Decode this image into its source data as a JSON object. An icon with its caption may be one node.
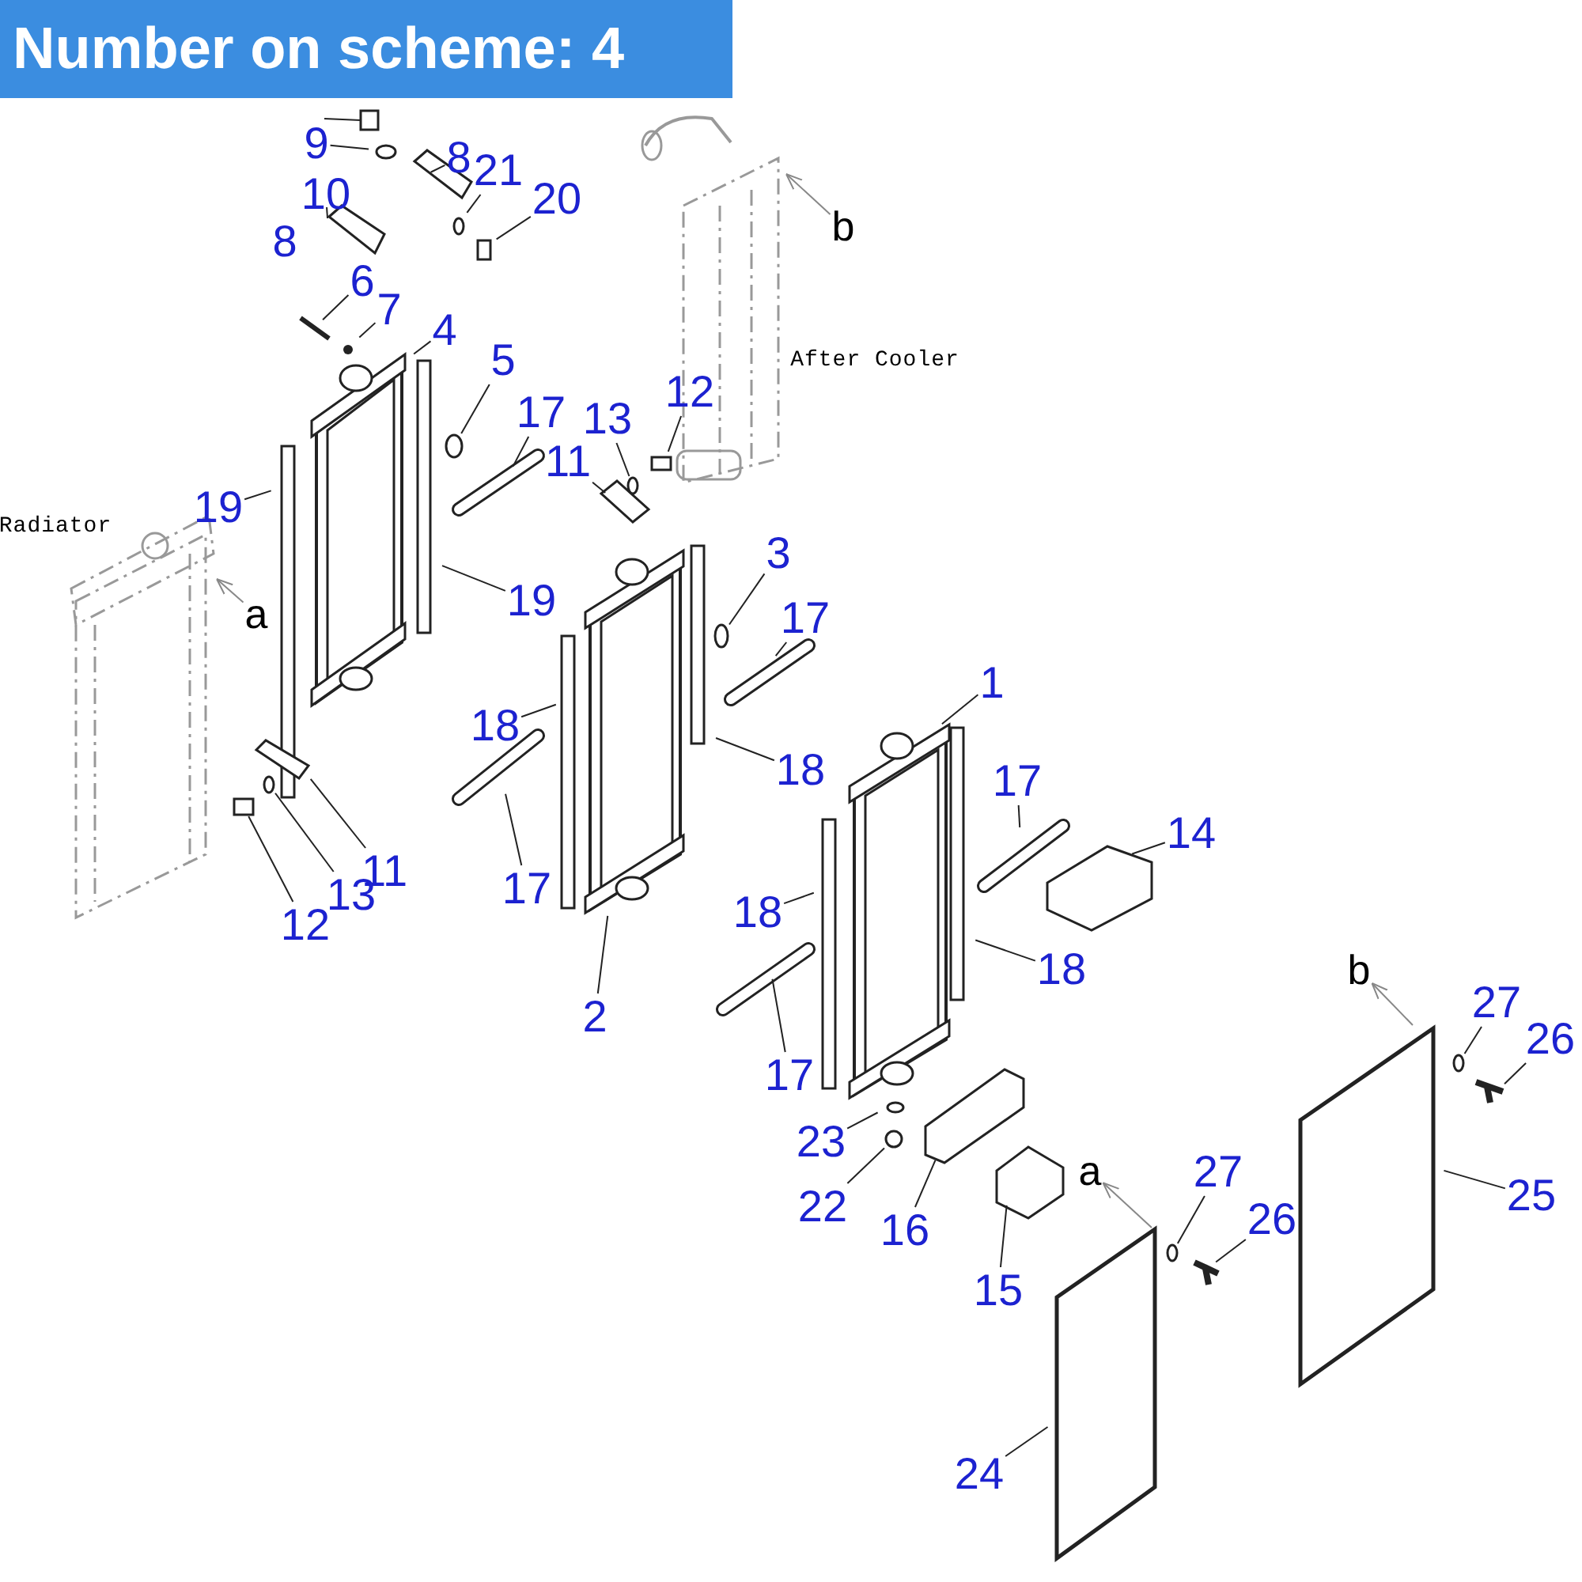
{
  "diagram": {
    "title": "Number on scheme: 4",
    "nodes": [
      {
        "text": [
          "9"
        ]
      },
      {
        "text": [
          "8"
        ]
      },
      {
        "text": [
          "21"
        ]
      },
      {
        "text": [
          "10"
        ]
      },
      {
        "text": [
          "20"
        ]
      },
      {
        "text": [
          "8"
        ]
      },
      {
        "text": [
          "6"
        ]
      },
      {
        "text": [
          "7"
        ]
      },
      {
        "text": [
          "4"
        ]
      },
      {
        "text": [
          "5"
        ]
      },
      {
        "text": [
          "12"
        ]
      },
      {
        "text": [
          "13"
        ]
      },
      {
        "text": [
          "17"
        ]
      },
      {
        "text": [
          "11"
        ]
      },
      {
        "text": [
          "b"
        ]
      },
      {
        "text": [
          "19"
        ]
      },
      {
        "text": [
          "a"
        ]
      },
      {
        "text": [
          "3"
        ]
      },
      {
        "text": [
          "19"
        ]
      },
      {
        "text": [
          "17"
        ]
      },
      {
        "text": [
          "1"
        ]
      },
      {
        "text": [
          "18"
        ]
      },
      {
        "text": [
          "18"
        ]
      },
      {
        "text": [
          "17"
        ]
      },
      {
        "text": [
          "14"
        ]
      },
      {
        "text": [
          "11"
        ]
      },
      {
        "text": [
          "13"
        ]
      },
      {
        "text": [
          "17"
        ]
      },
      {
        "text": [
          "12"
        ]
      },
      {
        "text": [
          "18"
        ]
      },
      {
        "text": [
          "18"
        ]
      },
      {
        "text": [
          "b"
        ]
      },
      {
        "text": [
          "27"
        ]
      },
      {
        "text": [
          "2"
        ]
      },
      {
        "text": [
          "26"
        ]
      },
      {
        "text": [
          "17"
        ]
      },
      {
        "text": [
          "23"
        ]
      },
      {
        "text": [
          "a"
        ]
      },
      {
        "text": [
          "27"
        ]
      },
      {
        "text": [
          "25"
        ]
      },
      {
        "text": [
          "22"
        ]
      },
      {
        "text": [
          "26"
        ]
      },
      {
        "text": [
          "16"
        ]
      },
      {
        "text": [
          "15"
        ]
      },
      {
        "text": [
          "24"
        ]
      },
      {
        "text": [],
        "shape": "circle"
      },
      {
        "text": [],
        "shape": "circle"
      },
      {
        "text": [],
        "shape": "circle"
      },
      {
        "text": [],
        "shape": "box"
      },
      {
        "text": [],
        "shape": "circle"
      },
      {
        "text": [],
        "shape": "circle"
      },
      {
        "text": [],
        "shape": "circle"
      },
      {
        "text": [],
        "shape": "circle"
      }
    ],
    "edges": [
      {
        "from": 0,
        "to": null,
        "arrow": "none"
      },
      {
        "from": 1,
        "to": null,
        "arrow": "none"
      },
      {
        "from": 2,
        "to": null,
        "arrow": "none"
      },
      {
        "from": 3,
        "to": null,
        "arrow": "none"
      },
      {
        "from": 4,
        "to": null,
        "arrow": "none"
      },
      {
        "from": 6,
        "to": null,
        "arrow": "none"
      },
      {
        "from": 7,
        "to": null,
        "arrow": "none"
      },
      {
        "from": 8,
        "to": null,
        "arrow": "none"
      },
      {
        "from": 9,
        "to": 45,
        "arrow": "none"
      },
      {
        "from": 10,
        "to": null,
        "arrow": "none"
      },
      {
        "from": 11,
        "to": 52,
        "arrow": "none"
      },
      {
        "from": 12,
        "to": null,
        "arrow": "none"
      },
      {
        "from": 13,
        "to": null,
        "arrow": "none"
      },
      {
        "from": 14,
        "to": null,
        "arrow": "to",
        "color": "#888888"
      },
      {
        "from": 15,
        "to": null,
        "arrow": "none"
      },
      {
        "from": 16,
        "to": null,
        "arrow": "to",
        "color": "#888888"
      },
      {
        "from": 17,
        "to": 46,
        "arrow": "none"
      },
      {
        "from": 18,
        "to": null,
        "arrow": "none"
      },
      {
        "from": 19,
        "to": null,
        "arrow": "none"
      },
      {
        "from": 20,
        "to": null,
        "arrow": "none"
      },
      {
        "from": 21,
        "to": null,
        "arrow": "none"
      },
      {
        "from": 22,
        "to": null,
        "arrow": "none"
      },
      {
        "from": 23,
        "to": null,
        "arrow": "none"
      },
      {
        "from": 24,
        "to": null,
        "arrow": "none"
      },
      {
        "from": 25,
        "to": null,
        "arrow": "none"
      },
      {
        "from": 26,
        "to": 47,
        "arrow": "none"
      },
      {
        "from": 27,
        "to": null,
        "arrow": "none"
      },
      {
        "from": 28,
        "to": 48,
        "arrow": "none"
      },
      {
        "from": 29,
        "to": null,
        "arrow": "none"
      },
      {
        "from": 30,
        "to": null,
        "arrow": "none"
      },
      {
        "from": null,
        "to": 31,
        "arrow": "to",
        "color": "#888888"
      },
      {
        "from": 32,
        "to": 49,
        "arrow": "none"
      },
      {
        "from": 33,
        "to": null,
        "arrow": "none"
      },
      {
        "from": 34,
        "to": null,
        "arrow": "none"
      },
      {
        "from": 35,
        "to": null,
        "arrow": "none"
      },
      {
        "from": 36,
        "to": null,
        "arrow": "none"
      },
      {
        "from": null,
        "to": 37,
        "arrow": "to",
        "color": "#888888"
      },
      {
        "from": 38,
        "to": 51,
        "arrow": "none"
      },
      {
        "from": 39,
        "to": null,
        "arrow": "none"
      },
      {
        "from": 40,
        "to": 50,
        "arrow": "none"
      },
      {
        "from": 41,
        "to": null,
        "arrow": "none"
      },
      {
        "from": 42,
        "to": null,
        "arrow": "none"
      },
      {
        "from": 43,
        "to": null,
        "arrow": "none"
      },
      {
        "from": 44,
        "to": null,
        "arrow": "none"
      }
    ],
    "labels": [
      "After Cooler",
      "Radiator"
    ]
  }
}
